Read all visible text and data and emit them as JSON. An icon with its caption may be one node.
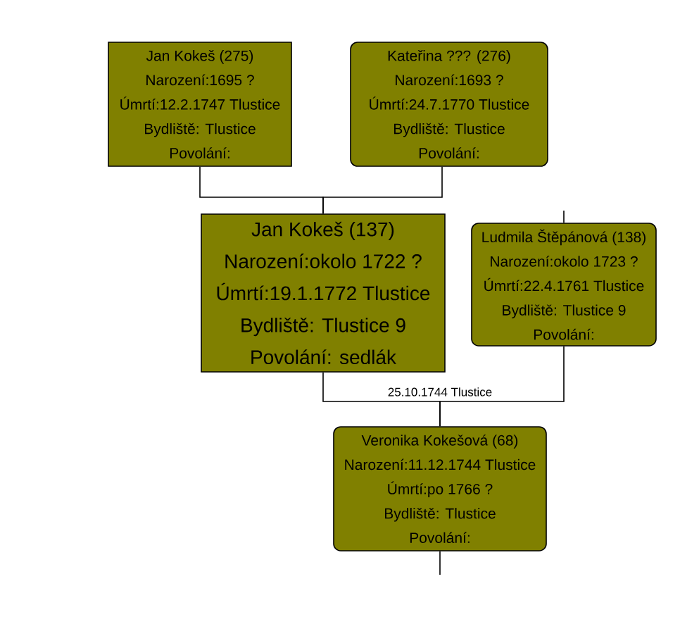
{
  "diagram": {
    "nodes": [
      {
        "text": [
          "Jan Kokeš (275)",
          "Narození:1695 ?",
          "Úmrtí:12.2.1747 Tlustice",
          "Bydliště: Tlustice",
          "Povolání:"
        ]
      },
      {
        "text": [
          "Kateřina ??? (276)",
          "Narození:1693 ?",
          "Úmrtí:24.7.1770 Tlustice",
          "Bydliště: Tlustice",
          "Povolání:"
        ]
      },
      {
        "text": [
          "Jan Kokeš (137)",
          "Narození:okolo 1722 ?",
          "Úmrtí:19.1.1772 Tlustice",
          "Bydliště: Tlustice 9",
          "Povolání: sedlák"
        ]
      },
      {
        "text": [
          "Ludmila Štěpánová (138)",
          "Narození:okolo 1723 ?",
          "Úmrtí:22.4.1761 Tlustice",
          "Bydliště: Tlustice 9",
          "Povolání:"
        ]
      },
      {
        "text": [
          "Veronika Kokešová (68)",
          "Narození:11.12.1744 Tlustice",
          "Úmrtí:po 1766 ?",
          "Bydliště: Tlustice",
          "Povolání:"
        ]
      }
    ],
    "edges": [
      {
        "from": 0,
        "to": 2,
        "arrow": "none"
      },
      {
        "from": 1,
        "to": 2,
        "arrow": "none"
      },
      {
        "from": 2,
        "to": 4,
        "arrow": "none",
        "label": "25.10.1744 Tlustice"
      },
      {
        "from": 3,
        "to": 4,
        "arrow": "none"
      },
      {
        "from": null,
        "to": 3,
        "arrow": "none"
      },
      {
        "from": 4,
        "to": null,
        "arrow": "none"
      }
    ]
  }
}
